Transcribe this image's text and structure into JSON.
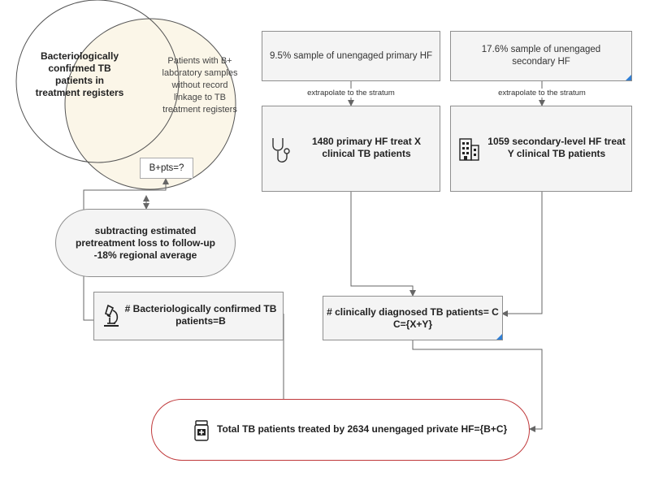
{
  "venn": {
    "left_circle_text": "Bacteriologically confirmed TB patients in treatment registers",
    "right_circle_text": "Patients with B+ laboratory samples without record linkage to TB treatment registers",
    "overlap_label": "B+pts=?"
  },
  "subtract_box": {
    "text": "subtracting  estimated pretreatment loss to follow-up  -18% regional average"
  },
  "bact_box": {
    "text": "# Bacteriologically confirmed TB patients=B",
    "icon": "microscope-icon"
  },
  "primary_sample": {
    "text": "9.5% sample of unengaged primary HF"
  },
  "secondary_sample": {
    "text": "17.6% sample of unengaged secondary HF"
  },
  "extrapolate_label": "extrapolate to the stratum",
  "primary_treat": {
    "text": "1480 primary HF treat X clinical TB patients",
    "icon": "stethoscope-icon"
  },
  "secondary_treat": {
    "text": "1059 secondary-level HF treat Y clinical TB patients",
    "icon": "hospital-icon"
  },
  "clinical_box": {
    "line1": "# clinically diagnosed TB patients= C",
    "line2": "C={X+Y}"
  },
  "total_box": {
    "text": "Total TB patients treated by 2634 unengaged private HF={B+C}",
    "icon": "medicine-jar-icon"
  },
  "colors": {
    "box_fill": "#f4f4f4",
    "box_border": "#8f8f8f",
    "venn_right_fill": "#fbf6e8",
    "total_border": "#c0393b",
    "corner_accent": "#2f7fd6"
  }
}
